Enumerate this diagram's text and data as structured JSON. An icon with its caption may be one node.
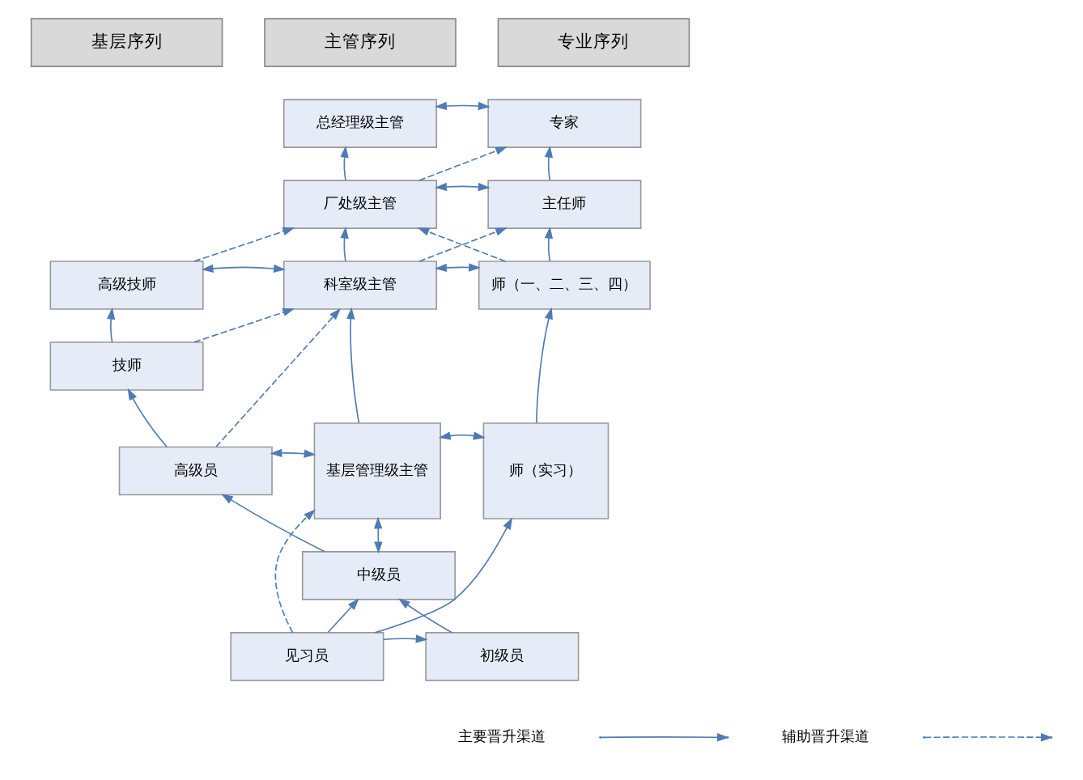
{
  "diagram": {
    "nodes": [
      {
        "text": [
          "基层序列"
        ]
      },
      {
        "text": [
          "主管序列"
        ]
      },
      {
        "text": [
          "专业序列"
        ]
      },
      {
        "text": [
          "总经理级主管"
        ]
      },
      {
        "text": [
          "专家"
        ]
      },
      {
        "text": [
          "厂处级主管"
        ]
      },
      {
        "text": [
          "主任师"
        ]
      },
      {
        "text": [
          "高级技师"
        ]
      },
      {
        "text": [
          "科室级主管"
        ]
      },
      {
        "text": [
          "师（一、二、三、四）"
        ]
      },
      {
        "text": [
          "技师"
        ]
      },
      {
        "text": [
          "高级员"
        ]
      },
      {
        "text": [
          "基层管理级主管"
        ]
      },
      {
        "text": [
          "师（实习）"
        ]
      },
      {
        "text": [
          "中级员"
        ]
      },
      {
        "text": [
          "初级员"
        ]
      },
      {
        "text": [
          "见习员"
        ]
      }
    ],
    "edges": [
      {
        "from": 3,
        "to": 4,
        "arrow": "both"
      },
      {
        "from": 5,
        "to": 3,
        "arrow": "to"
      },
      {
        "from": 6,
        "to": 4,
        "arrow": "to"
      },
      {
        "from": 5,
        "to": 4,
        "arrow": "to",
        "style": "dashed"
      },
      {
        "from": 5,
        "to": 6,
        "arrow": "both"
      },
      {
        "from": 7,
        "to": 5,
        "arrow": "to",
        "style": "dashed"
      },
      {
        "from": 9,
        "to": 5,
        "arrow": "to",
        "style": "dashed"
      },
      {
        "from": 8,
        "to": 6,
        "arrow": "to",
        "style": "dashed"
      },
      {
        "from": 8,
        "to": 5,
        "arrow": "to"
      },
      {
        "from": 9,
        "to": 6,
        "arrow": "to"
      },
      {
        "from": 7,
        "to": 8,
        "arrow": "both"
      },
      {
        "from": 8,
        "to": 9,
        "arrow": "both"
      },
      {
        "from": 10,
        "to": 7,
        "arrow": "to"
      },
      {
        "from": 10,
        "to": 8,
        "arrow": "to",
        "style": "dashed"
      },
      {
        "from": 11,
        "to": 8,
        "arrow": "to",
        "style": "dashed"
      },
      {
        "from": 12,
        "to": 8,
        "arrow": "to"
      },
      {
        "from": 13,
        "to": 9,
        "arrow": "to"
      },
      {
        "from": 11,
        "to": 10,
        "arrow": "to"
      },
      {
        "from": 11,
        "to": 12,
        "arrow": "both"
      },
      {
        "from": 12,
        "to": 13,
        "arrow": "both"
      },
      {
        "from": 14,
        "to": 11,
        "arrow": "to"
      },
      {
        "from": 14,
        "to": 12,
        "arrow": "both"
      },
      {
        "from": 16,
        "to": 12,
        "arrow": "to",
        "style": "dashed"
      },
      {
        "from": 16,
        "to": 13,
        "arrow": "to"
      },
      {
        "from": 16,
        "to": 14,
        "arrow": "to"
      },
      {
        "from": 15,
        "to": 14,
        "arrow": "to"
      },
      {
        "from": 16,
        "to": 15,
        "arrow": "to"
      }
    ],
    "legend": [
      {
        "text": "主要晋升渠道"
      },
      {
        "text": "辅助晋升渠道"
      }
    ]
  }
}
